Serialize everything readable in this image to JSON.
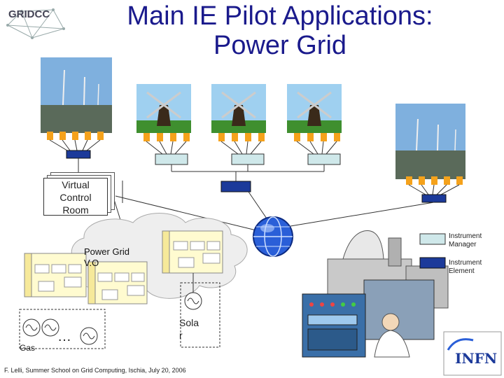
{
  "title": {
    "line1": "Main IE Pilot Applications:",
    "line2": "Power Grid"
  },
  "logo": {
    "text": "GRIDCC"
  },
  "virtual_control_room": {
    "lines": [
      "Virtual",
      "Control",
      "Room"
    ]
  },
  "power_grid_vo": {
    "line1": "Power Grid",
    "line2": "V.O"
  },
  "legend": {
    "instrument_manager": {
      "line1": "Instrument",
      "line2": "Manager",
      "color": "#cfe8ea"
    },
    "instrument_element": {
      "line1": "Instrument",
      "line2": "Element",
      "color": "#1c3a9a"
    }
  },
  "generators": {
    "gas_label": "Gas",
    "ellipsis": "…",
    "solar_line1": "Sola",
    "solar_line2": "r"
  },
  "footer": "F. Lelli, Summer School on Grid Computing, Ischia, July 20, 2006",
  "institution_logo": {
    "text": "INFN"
  },
  "colors": {
    "title": "#1a1a8c",
    "node_orange": "#f5a21b",
    "element_blue": "#1c3a9a",
    "manager_teal": "#cfe8ea"
  }
}
